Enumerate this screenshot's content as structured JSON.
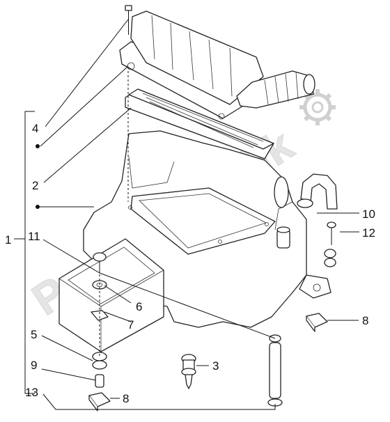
{
  "watermark": "PartsRepublik",
  "callouts": {
    "c1": "1",
    "c2": "2",
    "c3": "3",
    "c4": "4",
    "c5": "5",
    "c6": "6",
    "c7": "7",
    "c8a": "8",
    "c8b": "8",
    "c9": "9",
    "c10": "10",
    "c11": "11",
    "c12": "12",
    "c13": "13"
  },
  "icons": {
    "watermark_symbol": "gear-icon"
  }
}
